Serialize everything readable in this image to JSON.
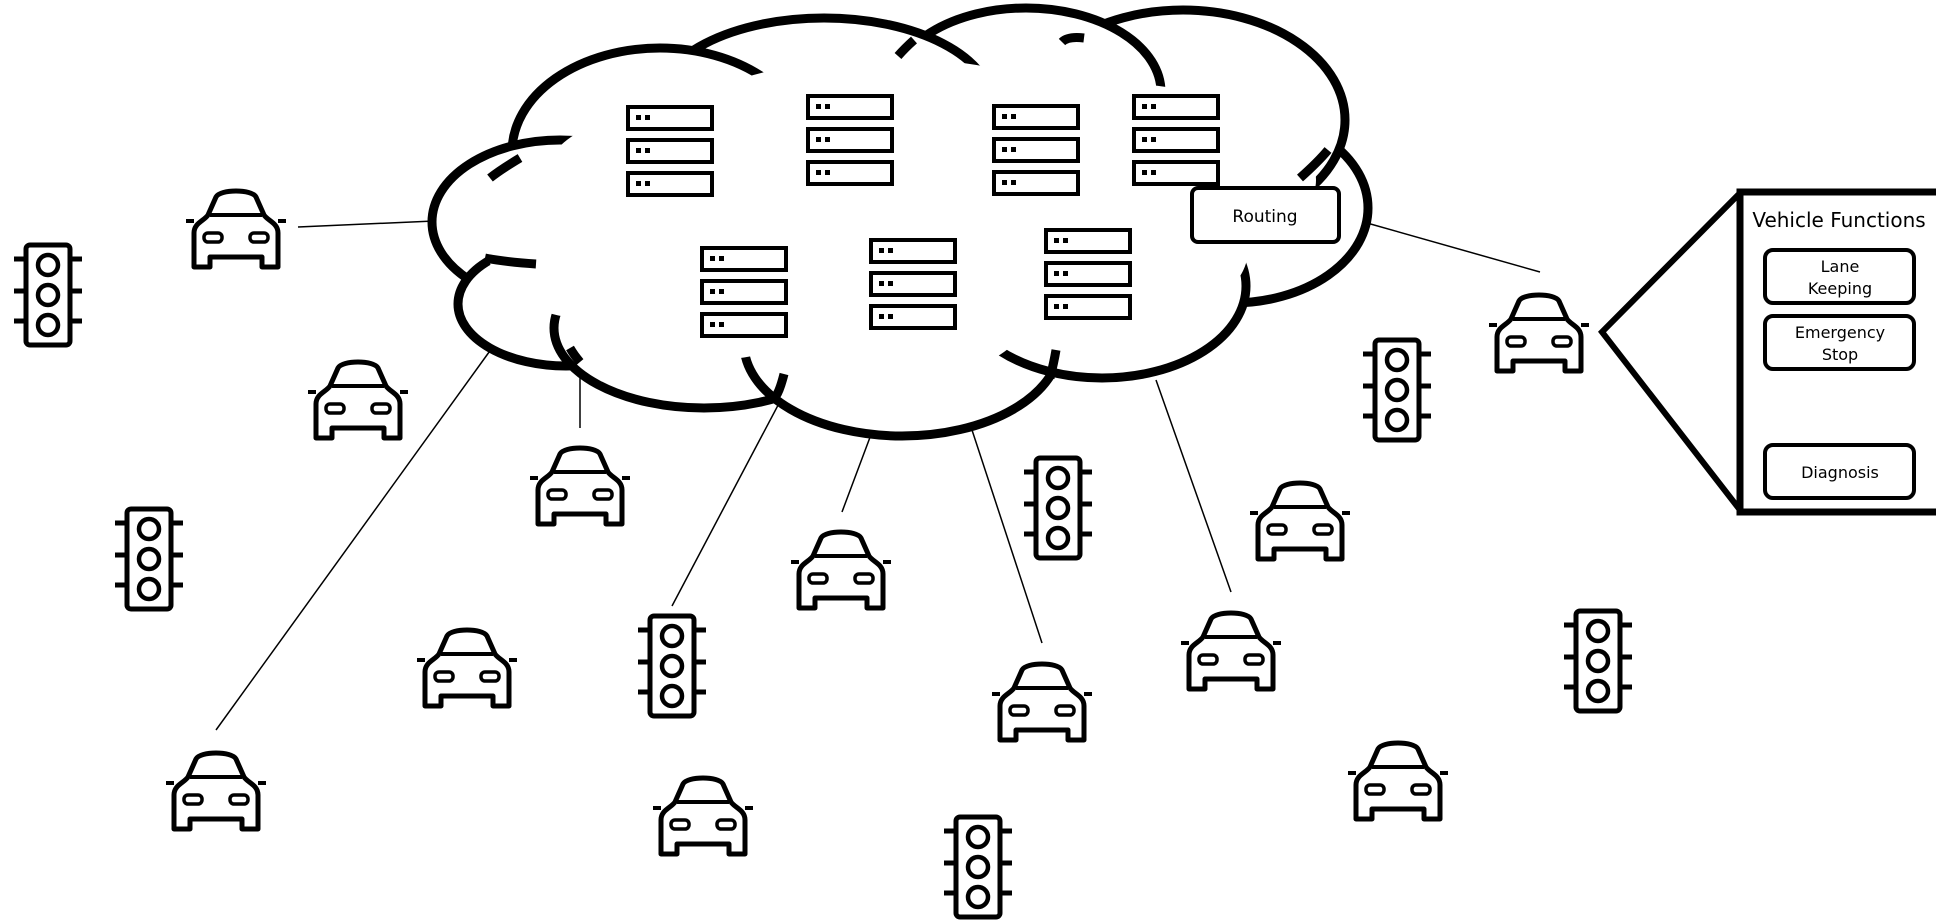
{
  "routing": {
    "label": "Routing"
  },
  "vehicle_functions": {
    "title": "Vehicle Functions",
    "items": [
      {
        "lines": [
          "Lane",
          "Keeping"
        ]
      },
      {
        "lines": [
          "Emergency",
          "Stop"
        ]
      },
      {
        "lines": [
          "Diagnosis"
        ]
      }
    ]
  },
  "colors": {
    "stroke": "#000000",
    "background": "#ffffff"
  },
  "icons": {
    "server": "server-icon",
    "car": "car-icon",
    "traffic_light": "traffic-light-icon",
    "cloud": "cloud-icon"
  }
}
